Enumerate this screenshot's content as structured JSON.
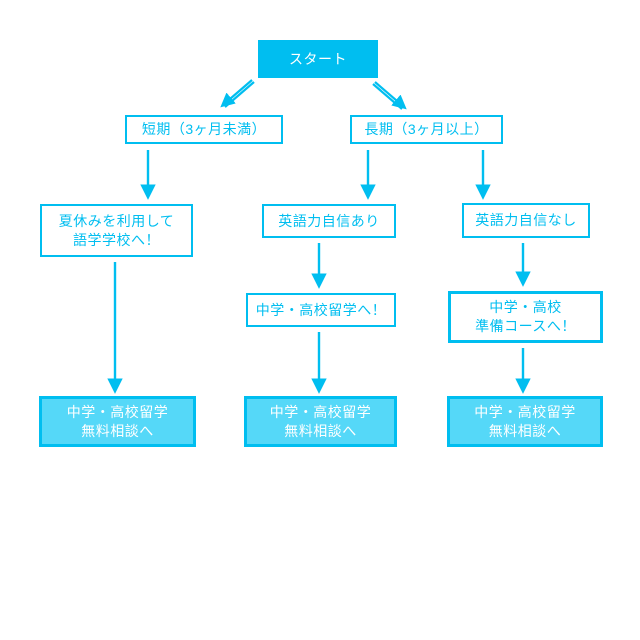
{
  "flowchart": {
    "colors": {
      "accent_cyan": "#00BEF0",
      "light_fill": "#55D8F8",
      "text_on_fill": "#FFFFFF",
      "background": "#FFFFFF"
    },
    "nodes": {
      "start": {
        "label": "スタート"
      },
      "short_term": {
        "label": "短期（3ヶ月未満）"
      },
      "long_term": {
        "label": "長期（3ヶ月以上）"
      },
      "summer_language_school": {
        "label": "夏休みを利用して\n語学学校へ！"
      },
      "english_confident": {
        "label": "英語力自信あり"
      },
      "english_not_confident": {
        "label": "英語力自信なし"
      },
      "jhs_hs_study_abroad": {
        "label": "中学・高校留学へ！"
      },
      "jhs_hs_prep_course": {
        "label": "中学・高校\n準備コースへ！"
      },
      "consult_left": {
        "label": "中学・高校留学\n無料相談へ"
      },
      "consult_middle": {
        "label": "中学・高校留学\n無料相談へ"
      },
      "consult_right": {
        "label": "中学・高校留学\n無料相談へ"
      }
    }
  }
}
